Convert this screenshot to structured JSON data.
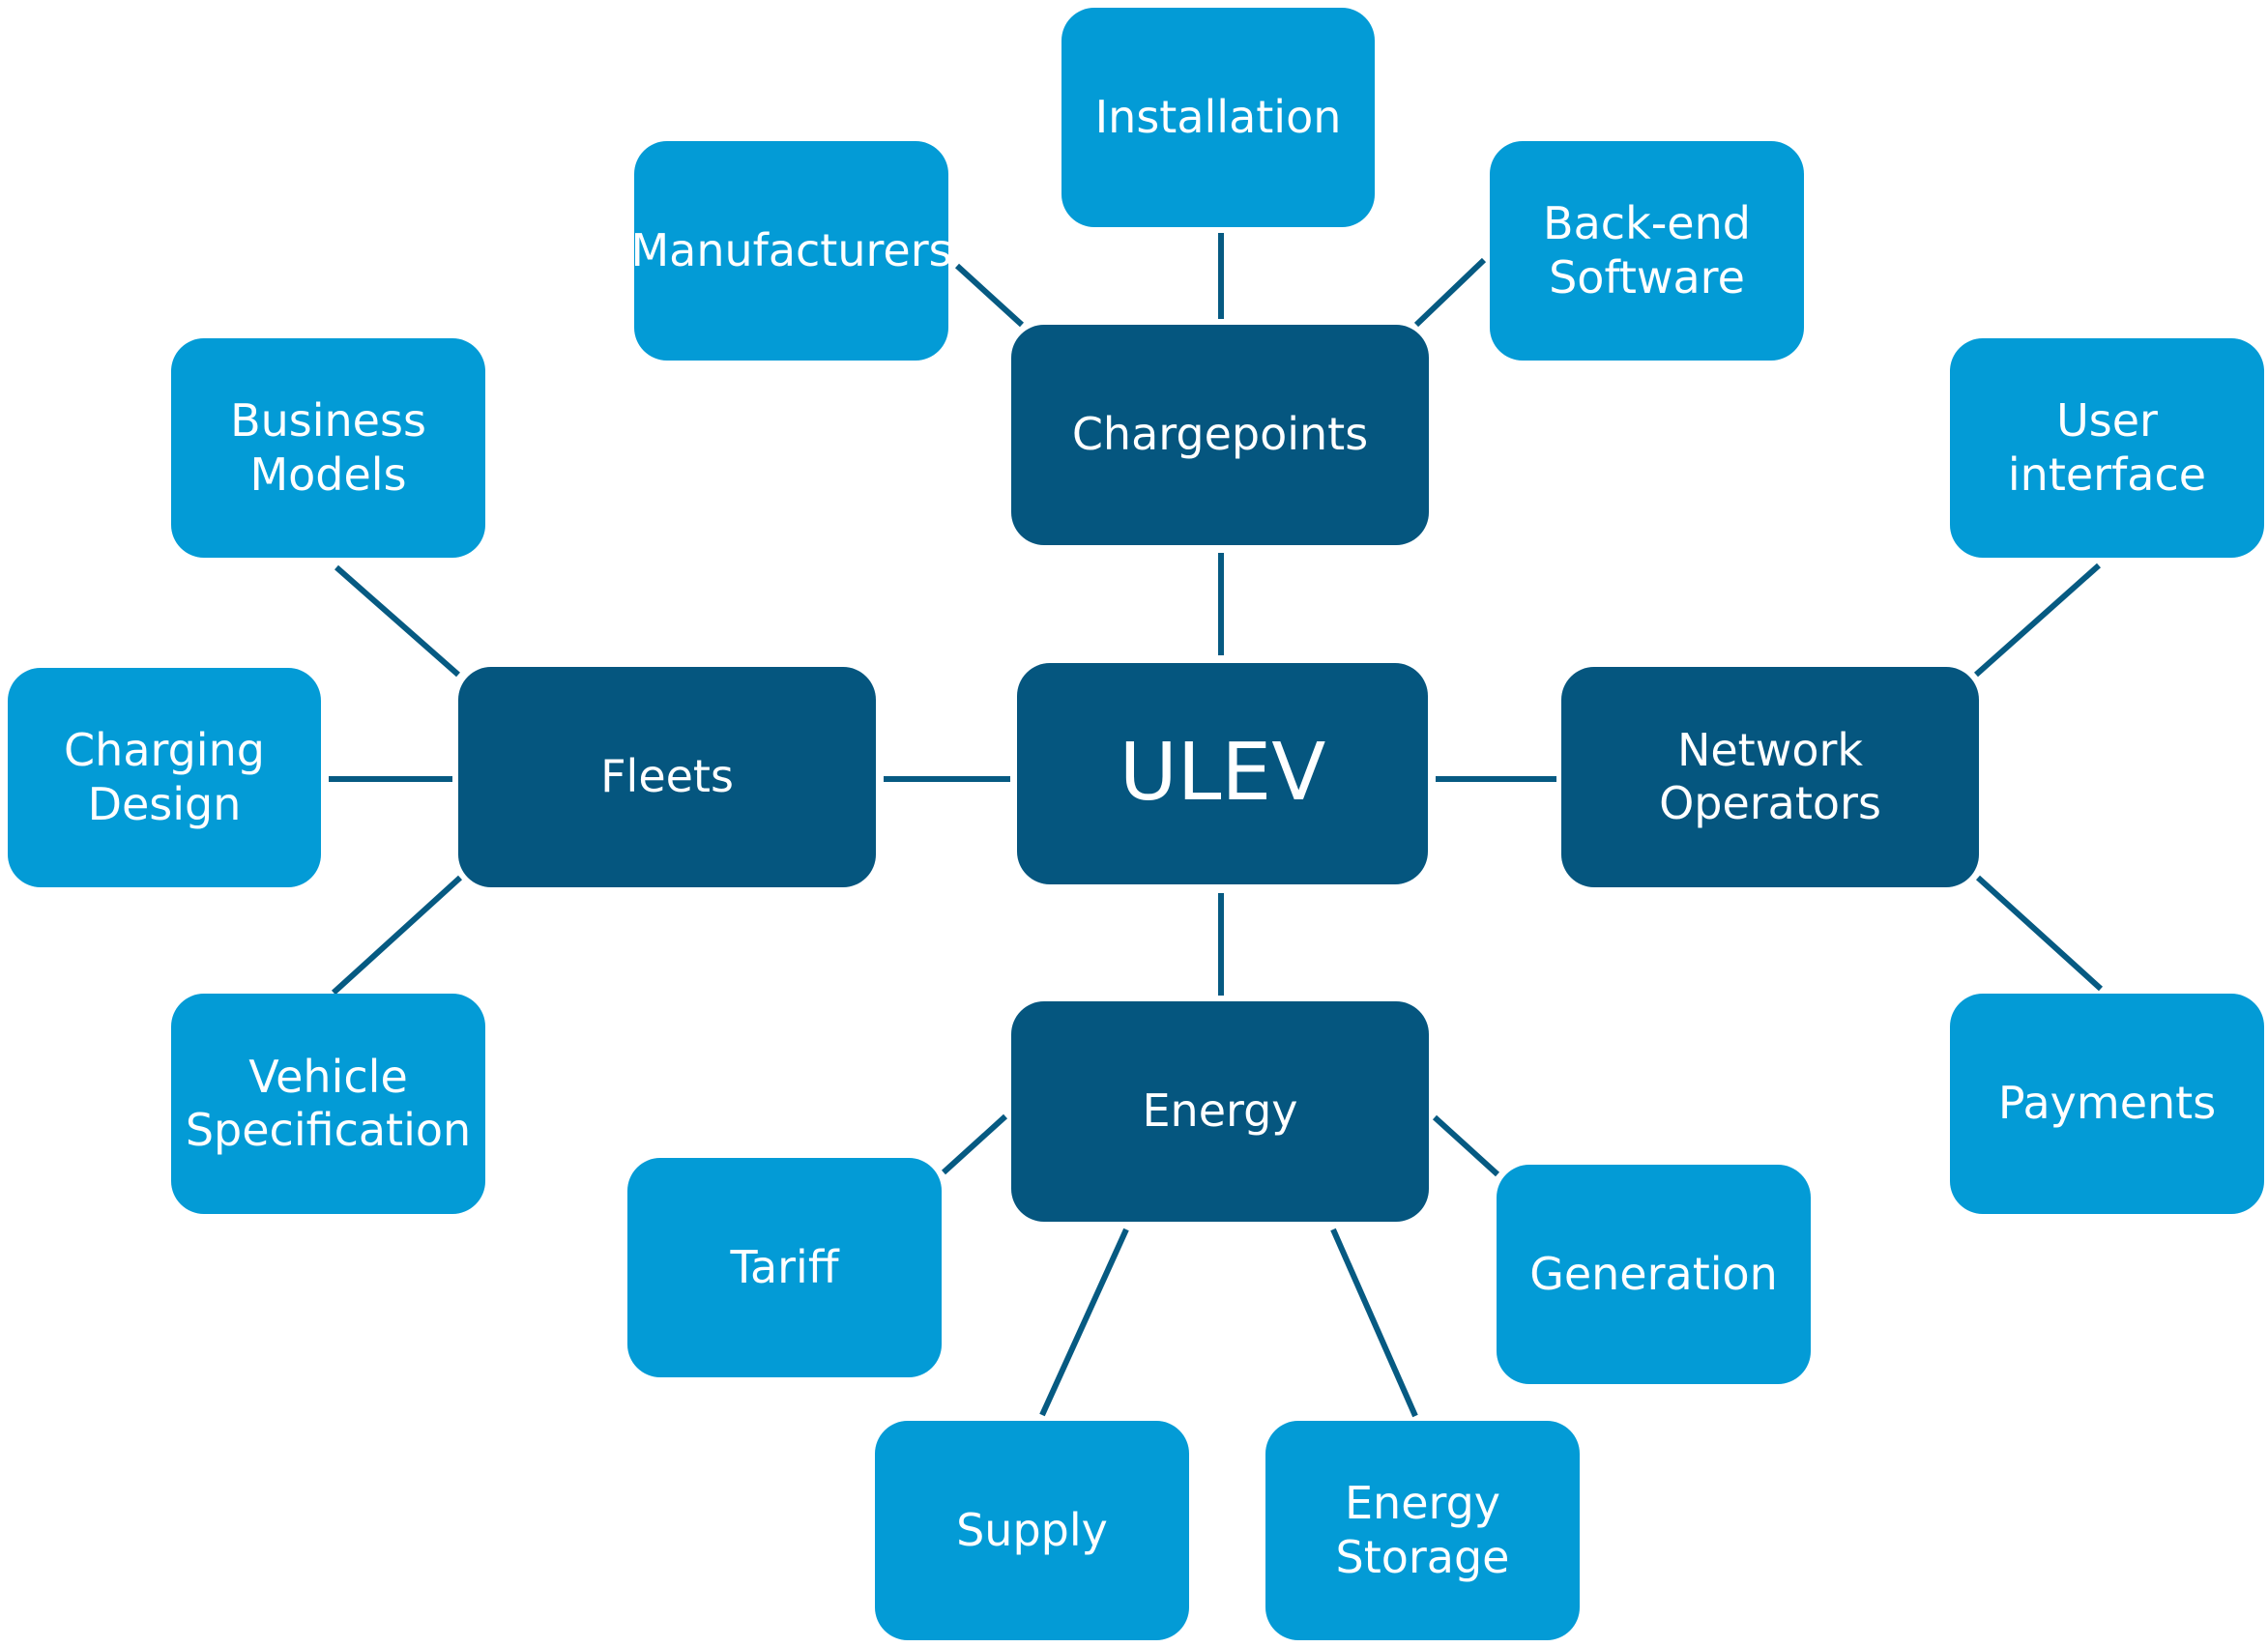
{
  "colors": {
    "leaf": "#039bd6",
    "hub": "#05567f",
    "connector": "#065a82",
    "text": "#ffffff"
  },
  "center": {
    "label": "ULEV"
  },
  "hubs": {
    "chargepoints": "Chargepoints",
    "fleets": "Fleets",
    "network_operators": "Network\nOperators",
    "energy": "Energy"
  },
  "leaves": {
    "installation": "Installation",
    "manufacturers": "Manufacturers",
    "backend_software": "Back-end\nSoftware",
    "business_models": "Business\nModels",
    "charging_design": "Charging\nDesign",
    "vehicle_specification": "Vehicle\nSpecification",
    "user_interface": "User\ninterface",
    "payments": "Payments",
    "tariff": "Tariff",
    "generation": "Generation",
    "supply": "Supply",
    "energy_storage": "Energy\nStorage"
  }
}
